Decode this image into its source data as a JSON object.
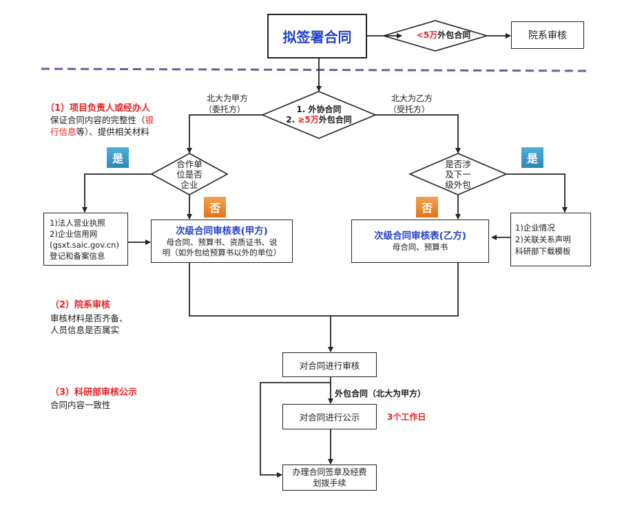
{
  "top": {
    "start": "拟签署合同",
    "decision_pre": "<5万",
    "decision_post": "外包合同",
    "review": "院系审核"
  },
  "step1": {
    "title": "（1）项目负责人或经办人",
    "line1": "保证合同内容的完整性（",
    "line1_red": "银",
    "line2_red": "行信息",
    "line2": "等）、提供相关材料"
  },
  "branch": {
    "left_label1": "北大为甲方",
    "left_label2": "（委托方）",
    "right_label1": "北大为乙方",
    "right_label2": "（受托方）",
    "diamond_line1": "1. 外协合同",
    "diamond_line2_pre": "2. ",
    "diamond_line2_red": "≥5万",
    "diamond_line2_post": "外包合同"
  },
  "left": {
    "yes": "是",
    "no": "否",
    "diamond_l1": "合作单",
    "diamond_l2": "位是否",
    "diamond_l3": "企业",
    "info": [
      "1)法人营业执照",
      "2)企业信用网",
      "(gsxt.saic.gov.cn)",
      "登记和备案信息"
    ],
    "form_title": "次级合同审核表(甲方)",
    "form_line1": "母合同、预算书、资质证书、说",
    "form_line2": "明（如外包给预算书以外的单位）"
  },
  "right": {
    "yes": "是",
    "no": "否",
    "diamond_l1": "是否涉",
    "diamond_l2": "及下一",
    "diamond_l3": "级外包",
    "info": [
      "1)企业情况",
      "2)关联关系声明",
      "科研部下载模板"
    ],
    "form_title": "次级合同审核表(乙方)",
    "form_line1": "母合同、预算书"
  },
  "step2": {
    "title": "（2）院系审核",
    "line1": "审核材料是否齐备、",
    "line2": "人员信息是否属实"
  },
  "step3": {
    "title": "（3）科研部审核公示",
    "line1": "合同内容一致性"
  },
  "bottom": {
    "review": "对合同进行审核",
    "outsource_note": "外包合同（北大为甲方）",
    "publicity": "对合同进行公示",
    "days": "3个工作日",
    "sign_l1": "办理合同签章及经费",
    "sign_l2": "划拨手续"
  }
}
